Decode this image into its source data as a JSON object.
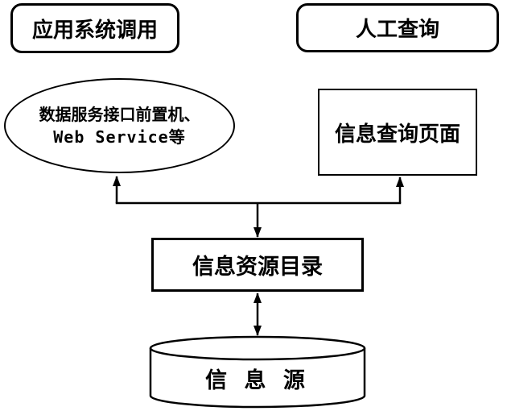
{
  "diagram": {
    "background": "#ffffff",
    "stroke_color": "#000000",
    "nodes": {
      "app_system_call": {
        "label": "应用系统调用",
        "shape": "rounded-rectangle"
      },
      "manual_query": {
        "label": "人工查询",
        "shape": "rounded-rectangle"
      },
      "data_service_frontend": {
        "label_line1": "数据服务接口前置机、",
        "label_line2": "Web Service等",
        "shape": "ellipse"
      },
      "info_query_page": {
        "label": "信息查询页面",
        "shape": "rectangle"
      },
      "info_resource_catalog": {
        "label": "信息资源目录",
        "shape": "rectangle"
      },
      "info_source": {
        "label": "信 息 源",
        "shape": "cylinder"
      }
    },
    "edges": [
      {
        "from": "branch_bus",
        "to": "data_service_frontend",
        "arrowhead": "up"
      },
      {
        "from": "branch_bus",
        "to": "info_query_page",
        "arrowhead": "up"
      },
      {
        "from": "branch_bus",
        "to": "info_resource_catalog",
        "arrowhead": "down"
      },
      {
        "between": [
          "info_resource_catalog",
          "info_source"
        ],
        "arrowhead": "both"
      }
    ]
  }
}
